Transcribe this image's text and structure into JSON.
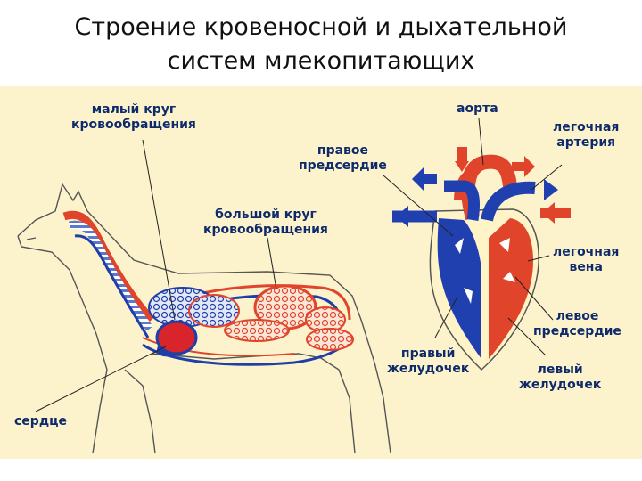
{
  "title": {
    "line1": "Строение кровеносной и дыхательной",
    "line2": "систем млекопитающих"
  },
  "labels": {
    "small_circle": [
      "малый круг",
      "кровообращения"
    ],
    "big_circle": [
      "большой круг",
      "кровообращения"
    ],
    "heart": "сердце",
    "aorta": "аорта",
    "right_atrium": [
      "правое",
      "предсердие"
    ],
    "pulmonary_artery": [
      "легочная",
      "артерия"
    ],
    "pulmonary_vein": [
      "легочная",
      "вена"
    ],
    "left_atrium": [
      "левое",
      "предсердие"
    ],
    "right_ventricle": [
      "правый",
      "желудочек"
    ],
    "left_ventricle": [
      "левый",
      "желудочек"
    ]
  },
  "colors": {
    "background": "#fcf3cd",
    "arterial": "#e0452b",
    "venous": "#1f3fa8",
    "label_text": "#0e2a6b",
    "title_text": "#111111"
  }
}
